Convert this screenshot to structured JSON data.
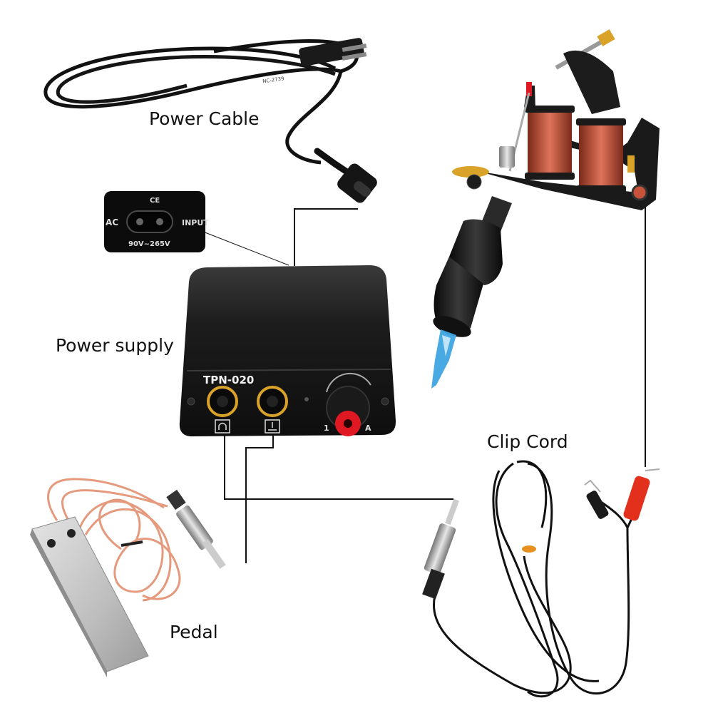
{
  "labels": {
    "power_cable": "Power Cable",
    "power_supply": "Power supply",
    "clip_cord": "Clip Cord",
    "pedal": "Pedal"
  },
  "power_supply": {
    "model": "TPN-020",
    "knob_scale_left": "1",
    "knob_scale_right": "A"
  },
  "ac_inlet": {
    "mark": "CE",
    "left_text": "AC",
    "right_text": "INPUT",
    "voltage": "90V~265V"
  },
  "cable_print": "NC-2739",
  "colors": {
    "line": "#111111",
    "supply_body": "#1f1f1f",
    "knob_red": "#e01822",
    "coil_copper": "#c8523a",
    "clip_red": "#e2301c",
    "pedal_cord": "#e59a7d",
    "pedal_plate": "#c8c8c8",
    "needle_blue": "#3fa4e0",
    "gold": "#d9a32a"
  }
}
